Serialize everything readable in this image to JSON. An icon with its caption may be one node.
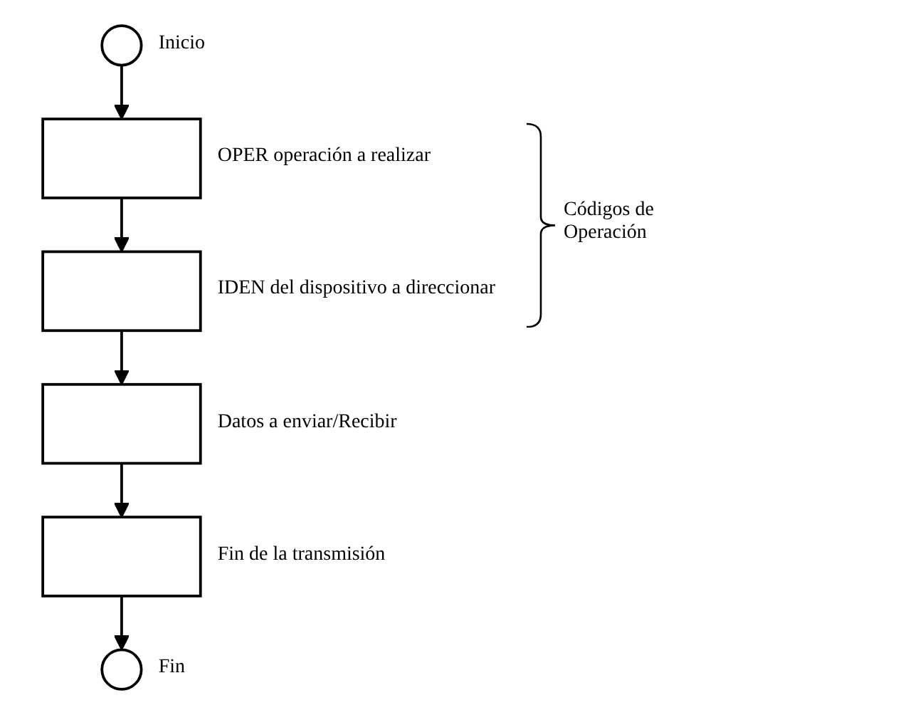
{
  "diagram": {
    "nodes": [
      {
        "text": [],
        "shape": "circle",
        "beside": [
          "Inicio"
        ]
      },
      {
        "text": [],
        "shape": "box",
        "beside": [
          "OPER operación a realizar"
        ]
      },
      {
        "text": [],
        "shape": "box",
        "beside": [
          "IDEN del dispositivo a direccionar"
        ]
      },
      {
        "text": [],
        "shape": "box",
        "beside": [
          "Datos a enviar/Recibir"
        ]
      },
      {
        "text": [],
        "shape": "box",
        "beside": [
          "Fin de la transmisión"
        ]
      },
      {
        "text": [],
        "shape": "circle",
        "beside": [
          "Fin"
        ]
      }
    ],
    "edges": [
      {
        "from": 0,
        "to": 1,
        "arrow": "to"
      },
      {
        "from": 1,
        "to": 2,
        "arrow": "to"
      },
      {
        "from": 2,
        "to": 3,
        "arrow": "to"
      },
      {
        "from": 3,
        "to": 4,
        "arrow": "to"
      },
      {
        "from": 4,
        "to": 5,
        "arrow": "to"
      }
    ],
    "labels": [
      "Códigos de Operación"
    ]
  }
}
